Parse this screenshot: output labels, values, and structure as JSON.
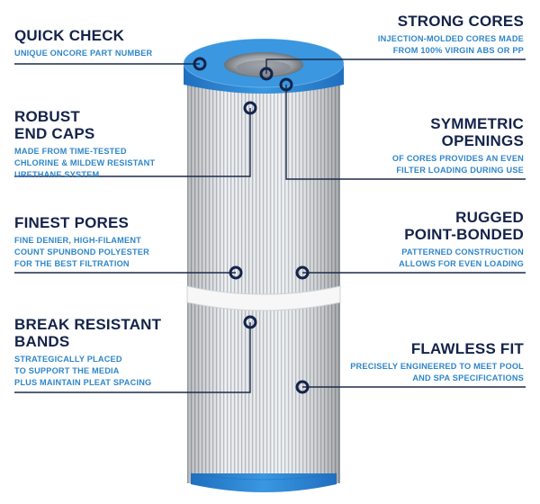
{
  "colors": {
    "title": "#14234a",
    "description": "#2f86c9",
    "leader_line": "#1c2a4a",
    "end_cap": "#3a97e0",
    "end_cap_dark": "#1f6fbf",
    "pleats": "#dfe2e5",
    "band": "#f7f7f7",
    "marker": "#14234a"
  },
  "callouts": {
    "quick_check": {
      "title": "QUICK CHECK",
      "description": "UNIQUE ONCORE PART NUMBER"
    },
    "robust_end_caps": {
      "title": "ROBUST\nEND CAPS",
      "description": "MADE FROM TIME-TESTED\nCHLORINE & MILDEW RESISTANT\nURETHANE SYSTEM"
    },
    "finest_pores": {
      "title": "FINEST PORES",
      "description": "FINE DENIER, HIGH-FILAMENT\nCOUNT SPUNBOND POLYESTER\nFOR THE BEST FILTRATION"
    },
    "break_resistant_bands": {
      "title": "BREAK RESISTANT\nBANDS",
      "description": "STRATEGICALLY PLACED\nTO SUPPORT THE MEDIA\nPLUS MAINTAIN PLEAT SPACING"
    },
    "strong_cores": {
      "title": "STRONG CORES",
      "description": "INJECTION-MOLDED CORES MADE\nFROM 100% VIRGIN ABS OR PP"
    },
    "symmetric_openings": {
      "title": "SYMMETRIC\nOPENINGS",
      "description": "OF CORES PROVIDES AN EVEN\nFILTER LOADING DURING USE"
    },
    "rugged_point_bonded": {
      "title": "RUGGED\nPOINT-BONDED",
      "description": "PATTERNED CONSTRUCTION\nALLOWS FOR EVEN LOADING"
    },
    "flawless_fit": {
      "title": "FLAWLESS FIT",
      "description": "PRECISELY ENGINEERED TO MEET POOL\nAND SPA SPECIFICATIONS"
    }
  },
  "icons": {
    "marker": "open-ring-marker"
  }
}
